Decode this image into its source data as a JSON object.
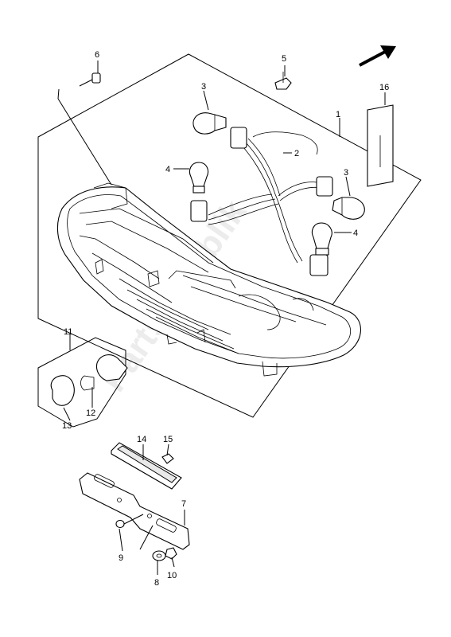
{
  "watermark": "Partsrepublik",
  "callouts": {
    "c1": "1",
    "c2": "2",
    "c3a": "3",
    "c3b": "3",
    "c4a": "4",
    "c4b": "4",
    "c5": "5",
    "c6": "6",
    "c7": "7",
    "c8": "8",
    "c9": "9",
    "c10": "10",
    "c11": "11",
    "c12": "12",
    "c13": "13",
    "c14": "14",
    "c15": "15",
    "c16": "16"
  },
  "icons": {
    "direction_arrow": "front-direction-arrow-icon"
  }
}
